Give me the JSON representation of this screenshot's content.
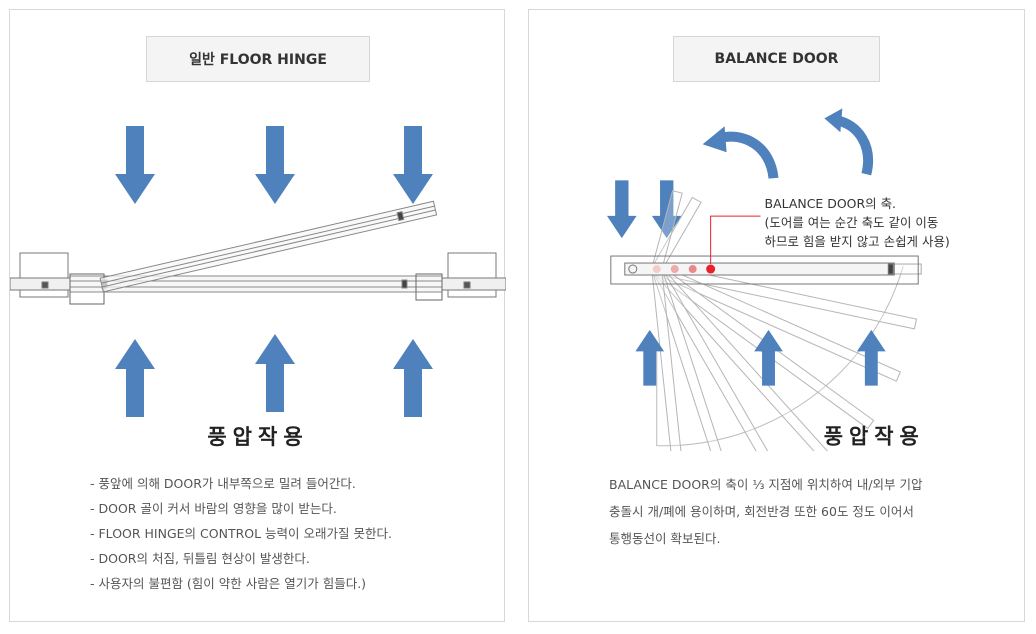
{
  "left": {
    "title": "일반 FLOOR HINGE",
    "pressure_label": "풍압작용",
    "notes": [
      "- 풍앞에 의해 DOOR가 내부쪽으로 밀려 들어간다.",
      "- DOOR 골이 커서 바람의 영향을 많이 받는다.",
      "- FLOOR HINGE의 CONTROL 능력이 오래가질 못한다.",
      "- DOOR의 처짐, 뒤틀림 현상이 발생한다.",
      "- 사용자의 불편함 (힘이 약한 사람은 열기가 힘들다.)"
    ]
  },
  "right": {
    "title": "BALANCE DOOR",
    "pressure_label": "풍압작용",
    "annotation": [
      "BALANCE DOOR의 축.",
      "(도어를 여는 순간 축도 같이 이동",
      "하므로 힘을 받지 않고 손쉽게 사용)"
    ],
    "description": [
      "BALANCE DOOR의 축이 ⅓ 지점에 위치하여 내/외부 기압",
      "충돌시 개/폐에 용이하며, 회전반경 또한 60도 정도 이어서",
      "통행동선이 확보된다."
    ]
  },
  "colors": {
    "arrow": "#4f81bd",
    "axis_red": "#e8212b",
    "title_bg": "#f4f4f4",
    "text": "#555555"
  }
}
